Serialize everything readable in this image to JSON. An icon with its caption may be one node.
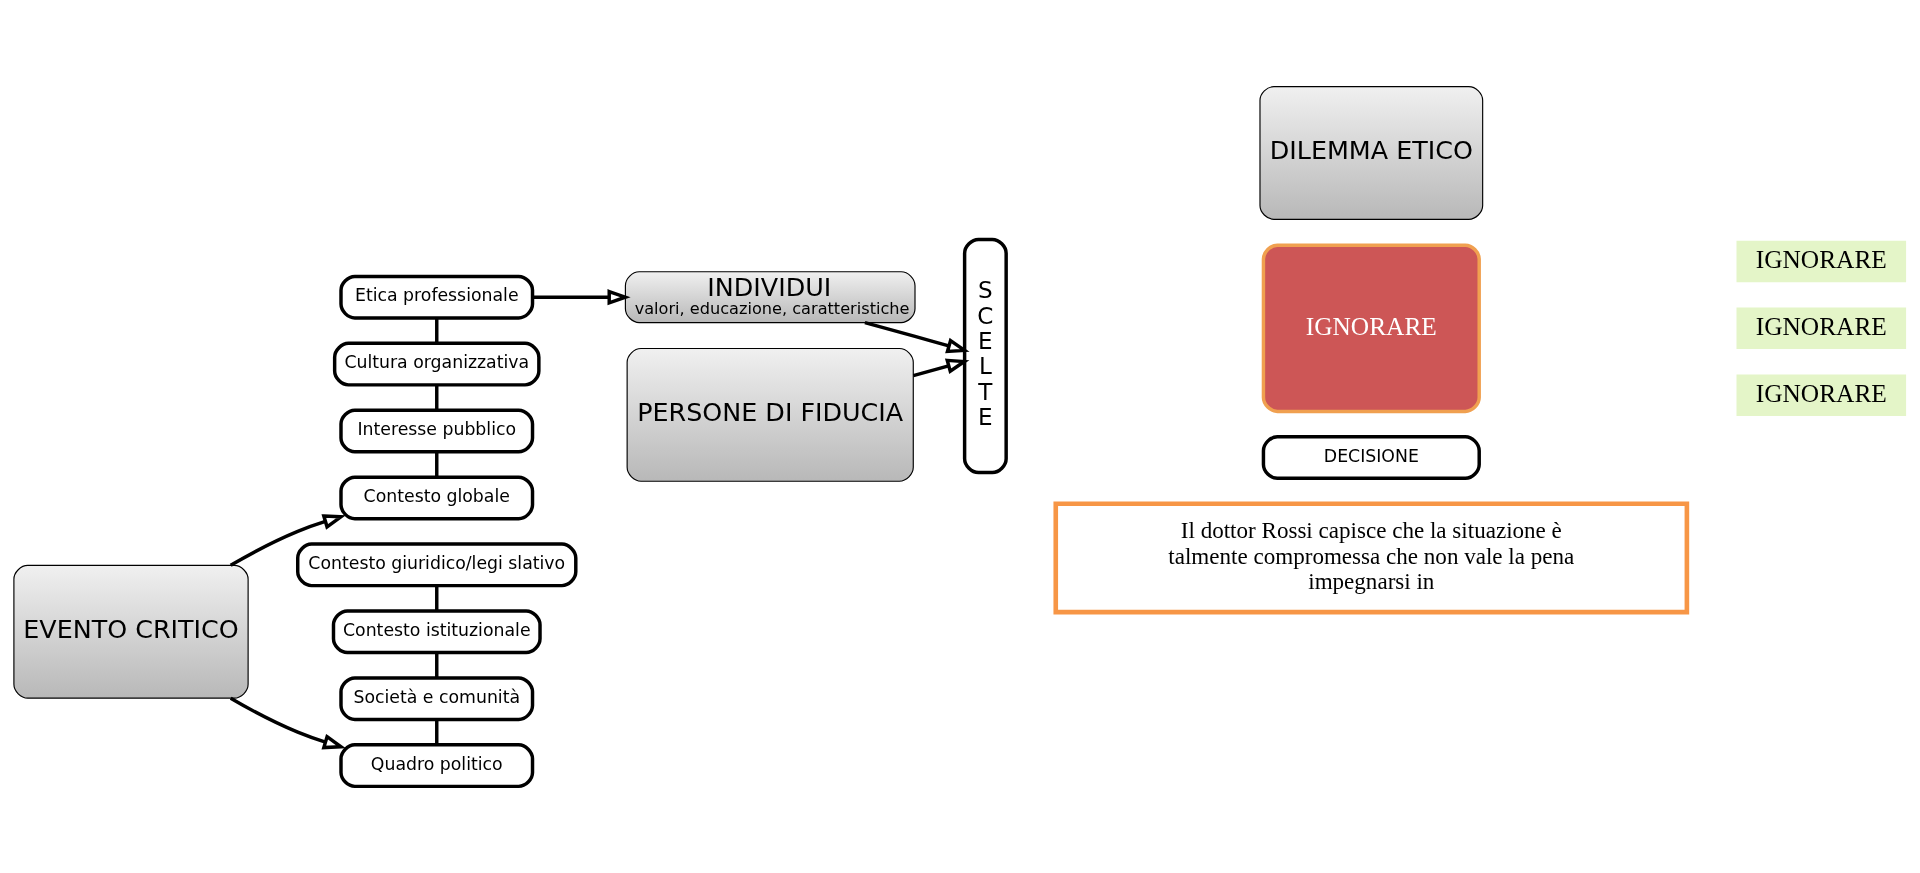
{
  "diagram": {
    "nodes": [
      {
        "text": [
          "EVENTO CRITICO"
        ]
      },
      {
        "text": [
          "Etica professionale"
        ]
      },
      {
        "text": [
          "Cultura organizzativa"
        ]
      },
      {
        "text": [
          "Interesse pubblico"
        ]
      },
      {
        "text": [
          "Contesto globale"
        ]
      },
      {
        "text": [
          "Contesto giuridico/legi slativo"
        ]
      },
      {
        "text": [
          "Contesto istituzionale"
        ]
      },
      {
        "text": [
          "Società e comunità"
        ]
      },
      {
        "text": [
          "Quadro politico"
        ]
      },
      {
        "text": [
          "INDIVIDUI",
          "valori, educazione, caratteristiche"
        ]
      },
      {
        "text": [
          "PERSONE DI FIDUCIA"
        ]
      },
      {
        "text": [
          "SCELTE"
        ]
      },
      {
        "text": [
          "DILEMMA ETICO"
        ]
      },
      {
        "text": [
          "DECISIONE"
        ]
      },
      {
        "text": [
          "IGNORARE"
        ]
      },
      {
        "text": [
          "Il dottor Rossi capisce che la situazione è talmente compromessa che non vale la pena impegnarsi in"
        ]
      }
    ],
    "edges": [
      {
        "from": 0,
        "to": 4,
        "arrow": "to"
      },
      {
        "from": 0,
        "to": 8,
        "arrow": "to"
      },
      {
        "from": 1,
        "to": 2,
        "arrow": "none"
      },
      {
        "from": 2,
        "to": 3,
        "arrow": "none"
      },
      {
        "from": 3,
        "to": 4,
        "arrow": "none"
      },
      {
        "from": 5,
        "to": 6,
        "arrow": "none"
      },
      {
        "from": 6,
        "to": 7,
        "arrow": "none"
      },
      {
        "from": 7,
        "to": 8,
        "arrow": "none"
      },
      {
        "from": 1,
        "to": 9,
        "arrow": "to"
      },
      {
        "from": 9,
        "to": 11,
        "arrow": "to"
      },
      {
        "from": 10,
        "to": 11,
        "arrow": "to"
      }
    ],
    "labels": [
      "IGNORARE",
      "IGNORARE",
      "IGNORARE"
    ]
  }
}
